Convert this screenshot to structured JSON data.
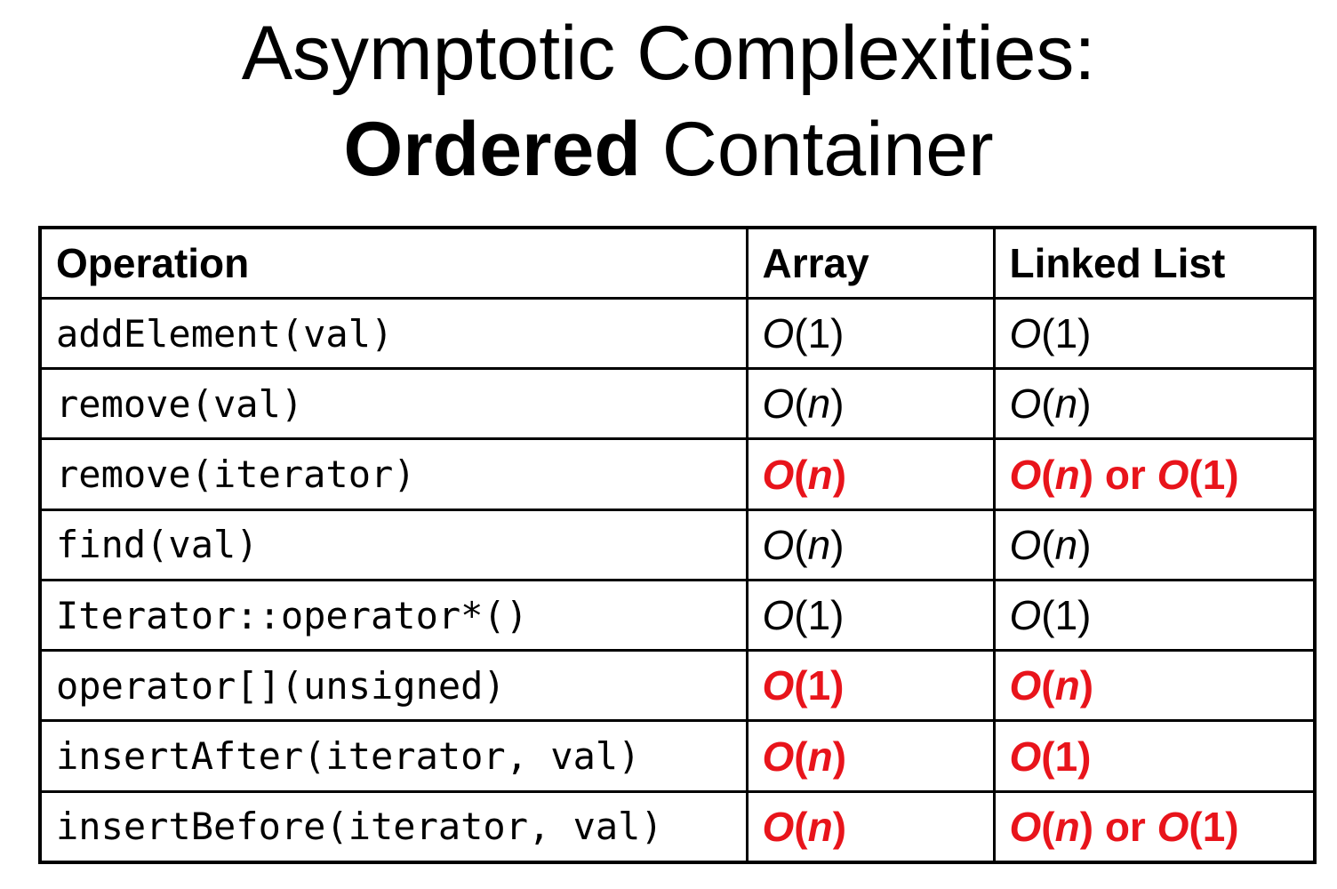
{
  "title": {
    "line1": "Asymptotic Complexities:",
    "line2_bold": "Ordered",
    "line2_rest": " Container"
  },
  "table": {
    "headers": [
      "Operation",
      "Array",
      "Linked List"
    ],
    "rows": [
      {
        "operation": "addElement(val)",
        "array": "O(1)",
        "linked_list": "O(1)",
        "highlight": false
      },
      {
        "operation": "remove(val)",
        "array": "O(n)",
        "linked_list": "O(n)",
        "highlight": false
      },
      {
        "operation": "remove(iterator)",
        "array": "O(n)",
        "linked_list": "O(n) or O(1)",
        "highlight": true
      },
      {
        "operation": "find(val)",
        "array": "O(n)",
        "linked_list": "O(n)",
        "highlight": false
      },
      {
        "operation": "Iterator::operator*()",
        "array": "O(1)",
        "linked_list": "O(1)",
        "highlight": false
      },
      {
        "operation": "operator[](unsigned)",
        "array": "O(1)",
        "linked_list": "O(n)",
        "highlight": true
      },
      {
        "operation": "insertAfter(iterator, val)",
        "array": "O(n)",
        "linked_list": "O(1)",
        "highlight": true
      },
      {
        "operation": "insertBefore(iterator, val)",
        "array": "O(n)",
        "linked_list": "O(n) or O(1)",
        "highlight": true
      }
    ],
    "highlight_color": "#e8141b"
  }
}
